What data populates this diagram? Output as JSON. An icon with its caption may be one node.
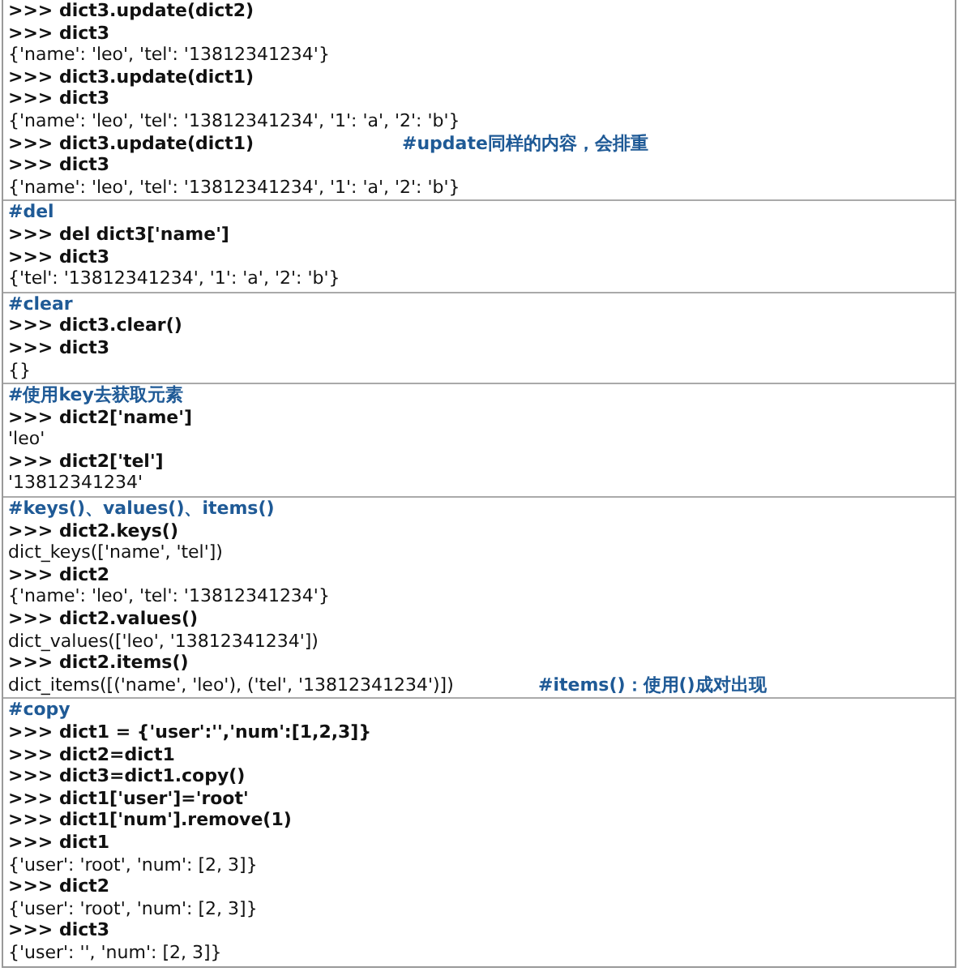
{
  "diagram": {
    "nodes": [
      {
        "text": [
          ">>> dict3.update(dict2)",
          ">>> dict3",
          "{'name': 'leo', 'tel': '13812341234'}",
          ">>> dict3.update(dict1)",
          ">>> dict3",
          "{'name': 'leo', 'tel': '13812341234', '1': 'a', '2': 'b'}",
          ">>> dict3.update(dict1)",
          "#update同样的内容，会排重",
          ">>> dict3",
          "{'name': 'leo', 'tel': '13812341234', '1': 'a', '2': 'b'}"
        ]
      },
      {
        "text": [
          "#del",
          ">>> del dict3['name']",
          ">>> dict3",
          "{'tel': '13812341234', '1': 'a', '2': 'b'}"
        ]
      },
      {
        "text": [
          "#clear",
          ">>> dict3.clear()",
          ">>> dict3",
          "{}"
        ]
      },
      {
        "text": [
          "#使用key去获取元素",
          ">>> dict2['name']",
          "'leo'",
          ">>> dict2['tel']",
          "'13812341234'"
        ]
      },
      {
        "text": [
          "#keys()、values()、items()",
          ">>> dict2.keys()",
          "dict_keys(['name', 'tel'])",
          ">>> dict2",
          "{'name': 'leo', 'tel': '13812341234'}",
          ">>> dict2.values()",
          "dict_values(['leo', '13812341234'])",
          ">>> dict2.items()",
          "dict_items([('name', 'leo'), ('tel', '13812341234')])",
          "#items()：使用()成对出现"
        ]
      },
      {
        "text": [
          "#copy",
          ">>> dict1 =  {'user':'','num':[1,2,3]}",
          ">>> dict2=dict1",
          ">>> dict3=dict1.copy()",
          ">>> dict1['user']='root'",
          ">>> dict1['num'].remove(1)",
          ">>> dict1",
          "{'user': 'root', 'num': [2, 3]}",
          ">>> dict2",
          "{'user': 'root', 'num': [2, 3]}",
          ">>> dict3",
          "{'user': '', 'num': [2, 3]}"
        ]
      }
    ]
  }
}
